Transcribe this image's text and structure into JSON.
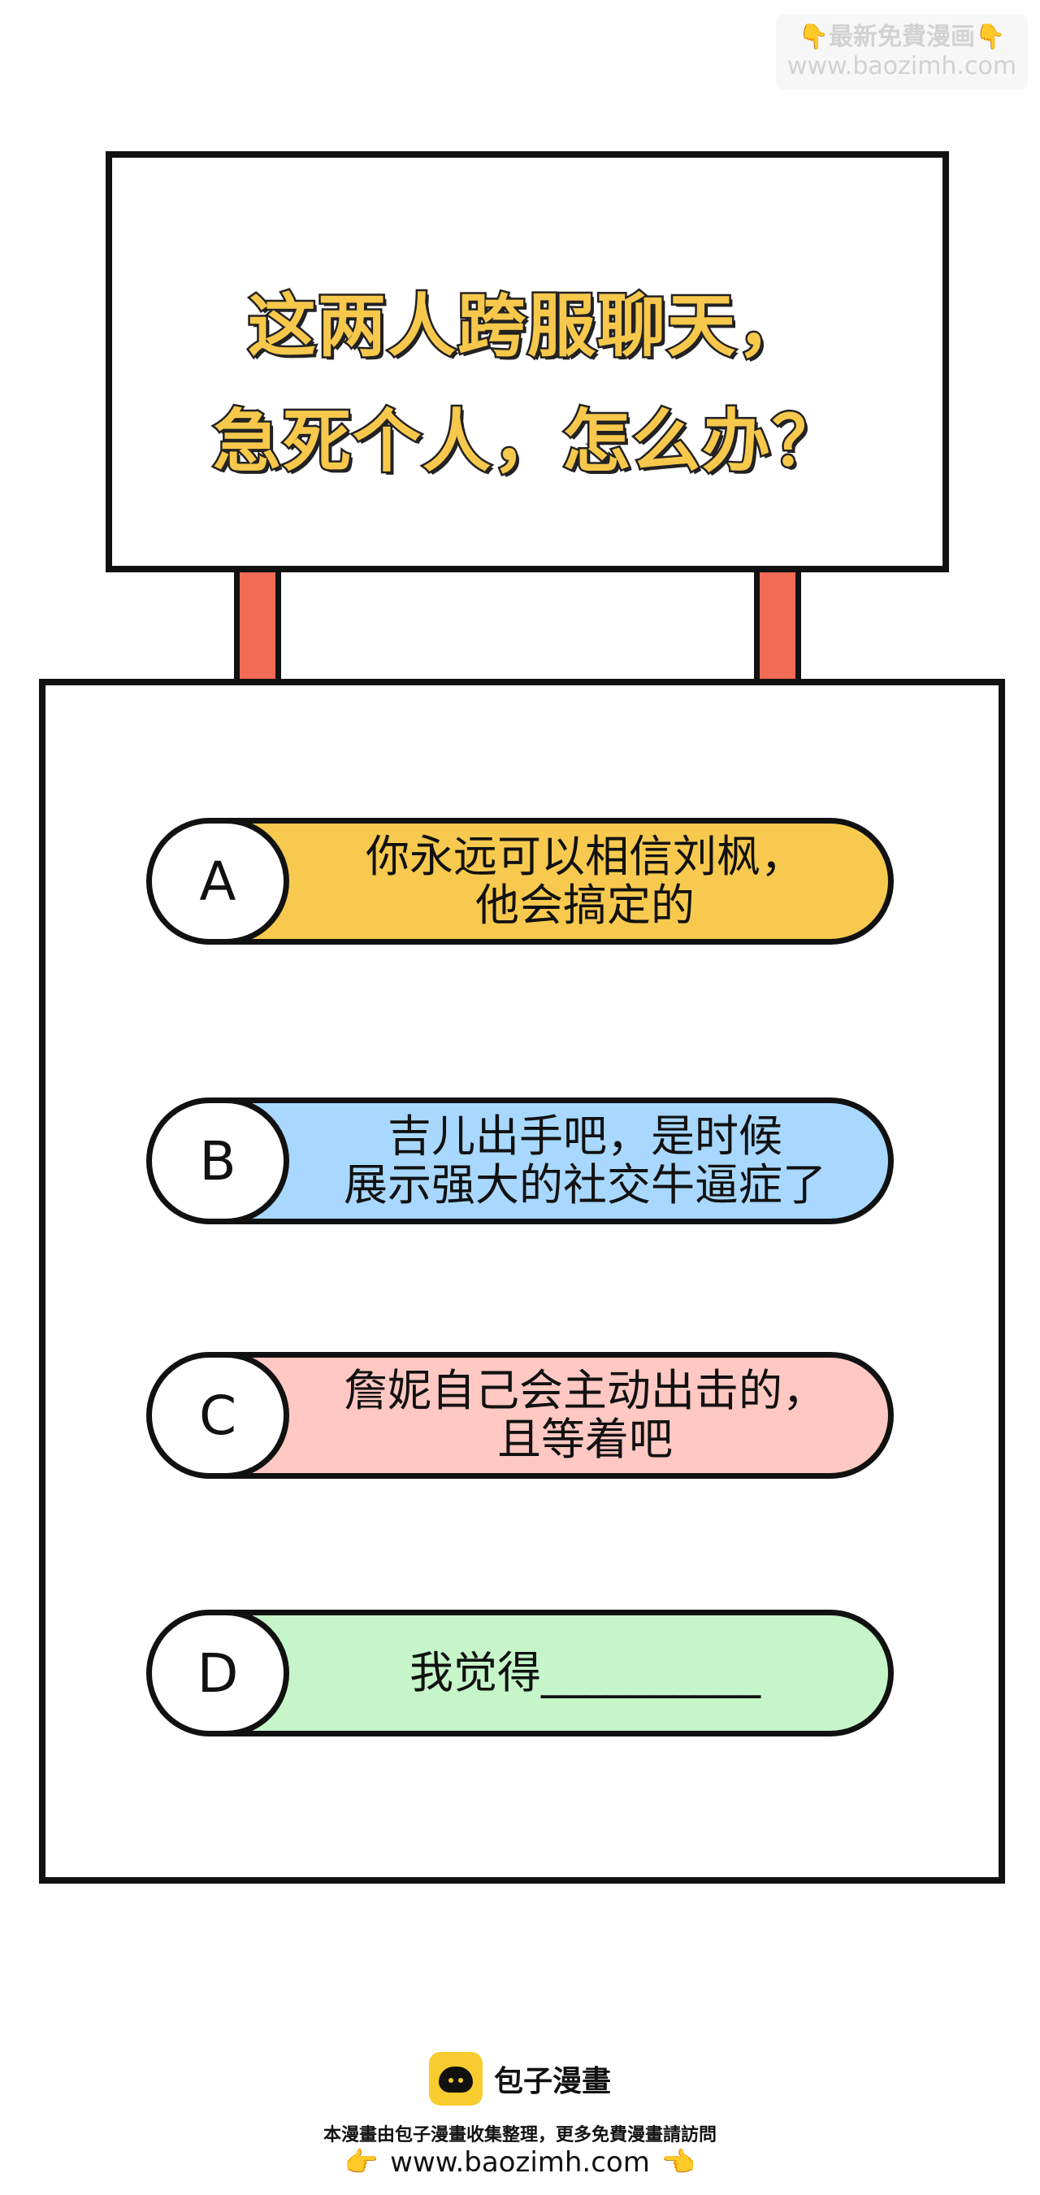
{
  "watermark": {
    "line1": "最新免費漫画",
    "line2": "www.baozimh.com",
    "finger_icon": "👇"
  },
  "sign": {
    "title_line1": "这两人跨服聊天，",
    "title_line2": "急死个人，怎么办？"
  },
  "options": [
    {
      "letter": "A",
      "line1": "你永远可以相信刘枫，",
      "line2": "他会搞定的",
      "color": "#f7c94e"
    },
    {
      "letter": "B",
      "line1": "吉儿出手吧，是时候",
      "line2": "展示强大的社交牛逼症了",
      "color": "#a8d8ff"
    },
    {
      "letter": "C",
      "line1": "詹妮自己会主动出击的，",
      "line2": "且等着吧",
      "color": "#ffc8c2"
    },
    {
      "letter": "D",
      "line1": "我觉得__________",
      "line2": "",
      "color": "#c5f5c8"
    }
  ],
  "footer": {
    "brand": "包子漫畫",
    "note": "本漫畫由包子漫畫收集整理，更多免費漫畫請訪問",
    "url": "www.baozimh.com",
    "hand_left": "👉",
    "hand_right": "👈"
  },
  "colors": {
    "post": "#f26b55",
    "title_fill": "#f7c84b",
    "logo": "#f8cc2e"
  }
}
